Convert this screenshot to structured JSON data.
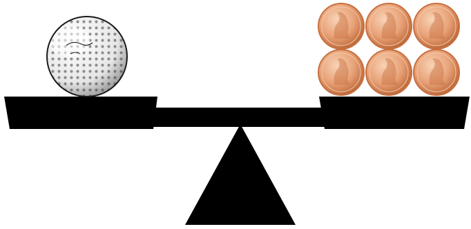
{
  "scene": {
    "description_icons": {
      "fulcrum": "triangle-fulcrum-icon",
      "beam": "balance-beam",
      "left_pan": "left-pan",
      "right_pan": "right-pan",
      "golf_ball": "golf-ball-icon",
      "coin": "penny-coin-icon"
    },
    "colors": {
      "scale": "#000000",
      "coin_base": "#e8a278",
      "coin_dark": "#c86f3f",
      "coin_light": "#f6c9a8",
      "golf_ball": "#ffffff",
      "golf_outline": "#1a1a1a"
    },
    "left_pan": {
      "items": [
        {
          "icon": "golf-ball-icon",
          "count": 1
        }
      ]
    },
    "right_pan": {
      "items": [
        {
          "icon": "penny-coin-icon",
          "count": 6,
          "rows": 2,
          "cols": 3
        }
      ]
    },
    "balance_state": "level"
  }
}
